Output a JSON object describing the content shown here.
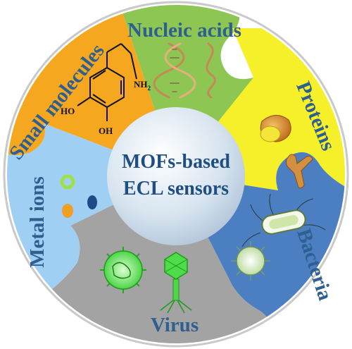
{
  "center": {
    "line1": "MOFs-based",
    "line2": "ECL sensors"
  },
  "segments": [
    {
      "label": "Nucleic acids",
      "color": "#8dc653",
      "icon": "dna-helix-icon"
    },
    {
      "label": "Proteins",
      "color": "#f5f02a",
      "icon": "protein-icon"
    },
    {
      "label": "Bacteria",
      "color": "#4b7fc2",
      "icon": "bacteria-icon"
    },
    {
      "label": "Virus",
      "color": "#a3a3a3",
      "icon": "virus-icon"
    },
    {
      "label": "Metal ions",
      "color": "#9fd0f3",
      "icon": "metal-ion-icon"
    },
    {
      "label": "Small molecules",
      "color": "#f5a81f",
      "icon": "dopamine-molecule-icon"
    }
  ],
  "molecule": {
    "amine": "NH",
    "amine_sub": "2",
    "hydroxyl_1": "HO",
    "hydroxyl_2": "OH"
  }
}
